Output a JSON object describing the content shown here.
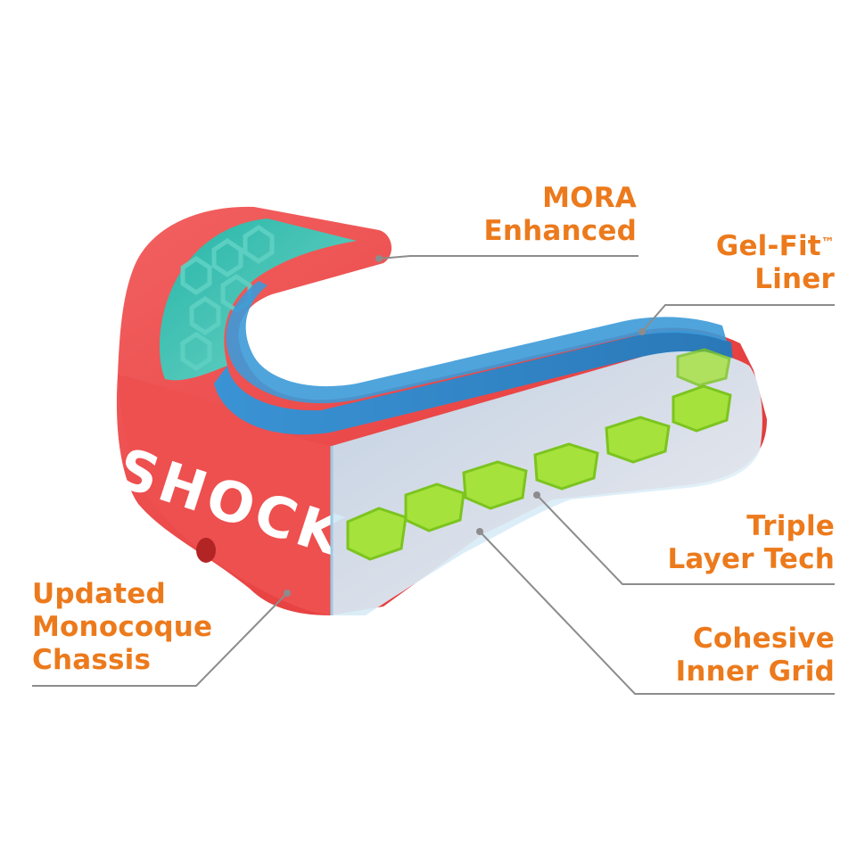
{
  "colors": {
    "label_orange": "#ec7a1c",
    "leader_line": "#8c8c8c",
    "shell_red": "#ee4a4a",
    "liner_blue": "#2f86c8",
    "grid_green": "#9be03a",
    "clear_layer": "#dfeff7"
  },
  "callouts": {
    "mora": {
      "line1": "MORA",
      "line2": "Enhanced"
    },
    "gel_fit": {
      "line1": "Gel-Fit",
      "trademark": "™",
      "line2": "Liner"
    },
    "triple_layer": {
      "line1": "Triple",
      "line2": "Layer Tech"
    },
    "cohesive": {
      "line1": "Cohesive",
      "line2": "Inner Grid"
    },
    "updated": {
      "line1": "Updated",
      "line2": "Monocoque",
      "line3": "Chassis"
    }
  },
  "product": {
    "brand_mark": "SHOCK",
    "icon": "mouthguard-illustration"
  }
}
